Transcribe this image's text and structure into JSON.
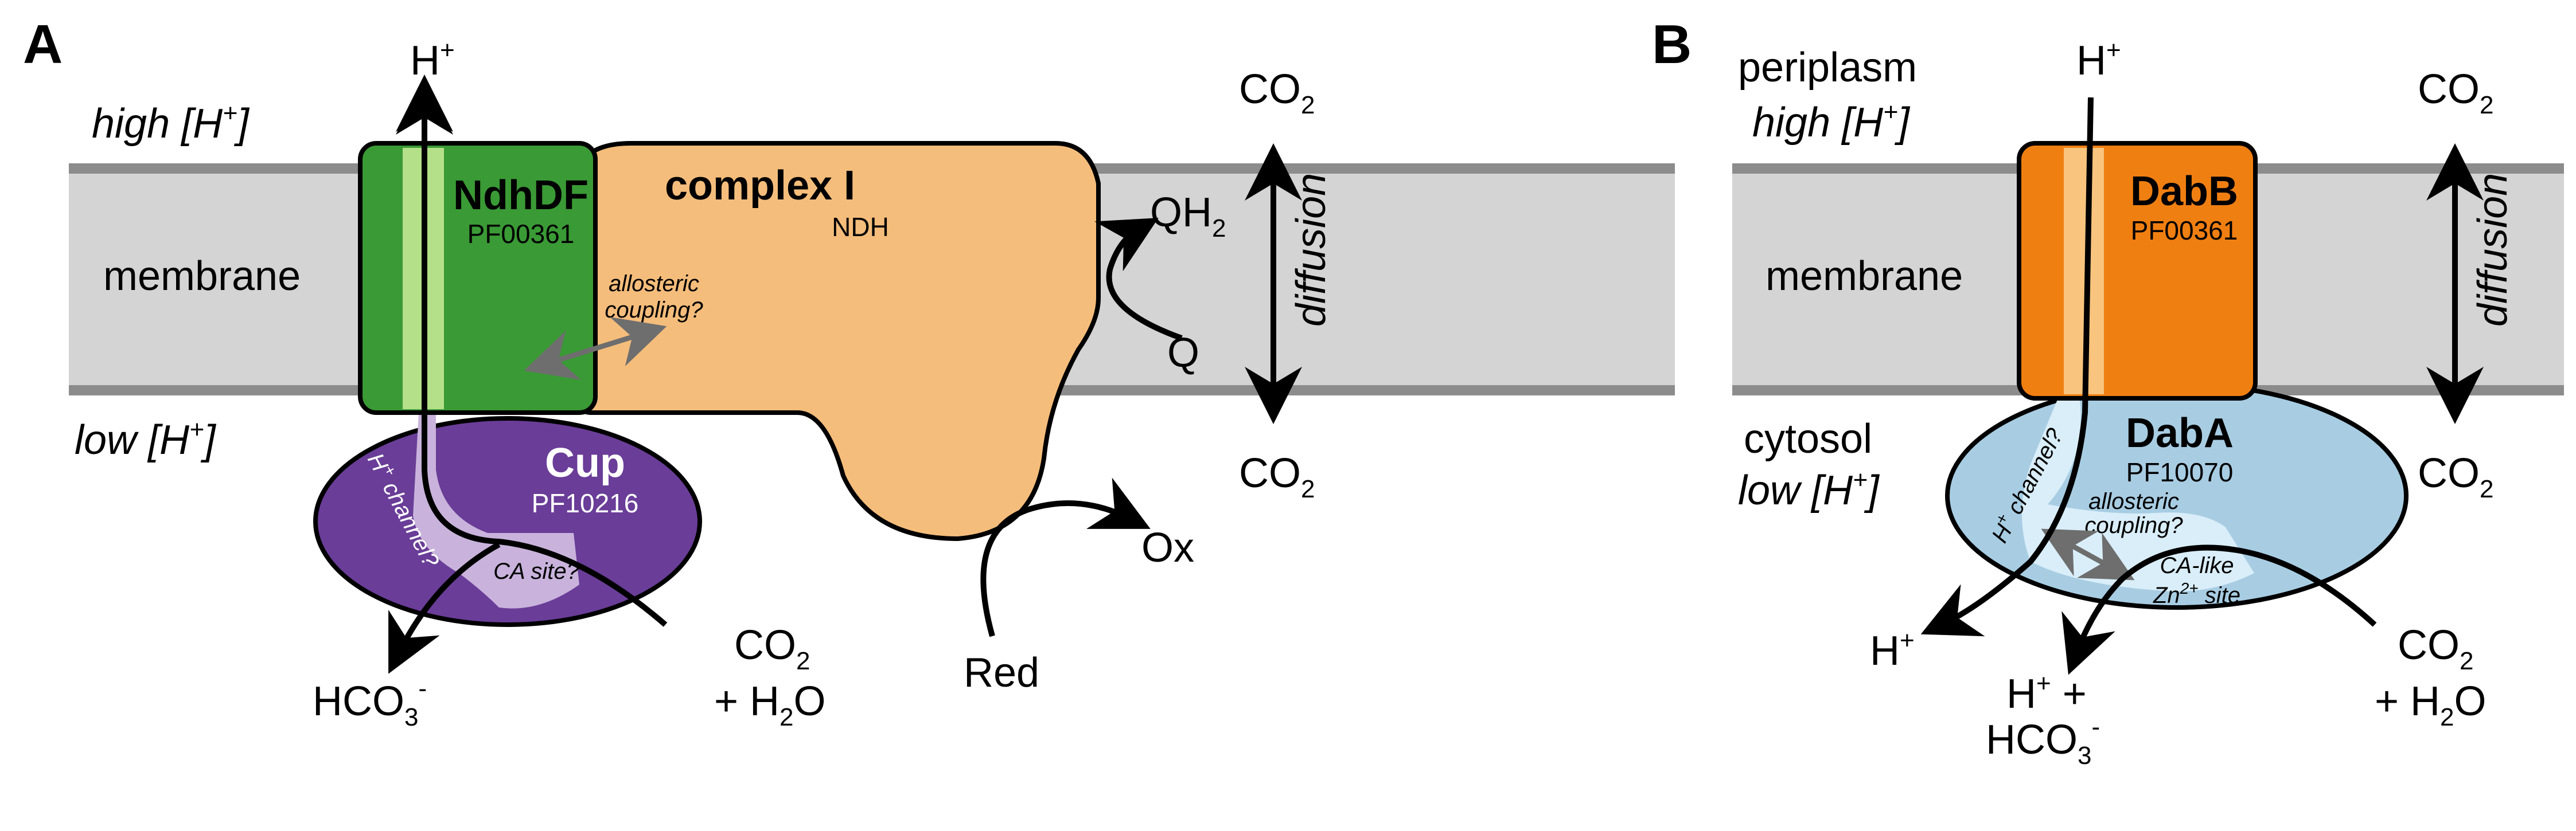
{
  "panel_a": {
    "letter": "A",
    "high_h": {
      "main": "high [H",
      "sup": "+",
      "end": "]"
    },
    "low_h": {
      "main": "low [H",
      "sup": "+",
      "end": "]"
    },
    "membrane": "membrane",
    "h_plus": {
      "main": "H",
      "sup": "+"
    },
    "ndhdf": {
      "name": "NdhDF",
      "pfam": "PF00361"
    },
    "complex_i": {
      "name": "complex I",
      "sub": "NDH"
    },
    "allosteric": {
      "line1": "allosteric",
      "line2": "coupling?"
    },
    "qh2": {
      "main": "QH",
      "sub": "2"
    },
    "q": "Q",
    "co2_top": {
      "main": "CO",
      "sub": "2"
    },
    "co2_bottom": {
      "main": "CO",
      "sub": "2"
    },
    "diffusion": "diffusion",
    "cup": {
      "name": "Cup",
      "pfam": "PF10216"
    },
    "h_channel": {
      "main": "H",
      "sup": "+",
      "rest": " channel?"
    },
    "ca_site": "CA site?",
    "hco3": {
      "main": "HCO",
      "sub": "3",
      "sup": "-"
    },
    "co2_h2o": {
      "line1_main": "CO",
      "line1_sub": "2",
      "line2_a": "+ H",
      "line2_sub": "2",
      "line2_b": "O"
    },
    "ox": "Ox",
    "red": "Red"
  },
  "panel_b": {
    "letter": "B",
    "periplasm": "periplasm",
    "high_h": {
      "main": "high [H",
      "sup": "+",
      "end": "]"
    },
    "membrane": "membrane",
    "cytosol": "cytosol",
    "low_h": {
      "main": "low [H",
      "sup": "+",
      "end": "]"
    },
    "h_plus_top": {
      "main": "H",
      "sup": "+"
    },
    "dabb": {
      "name": "DabB",
      "pfam": "PF00361"
    },
    "dabA": {
      "name": "DabA",
      "pfam": "PF10070"
    },
    "co2_top": {
      "main": "CO",
      "sub": "2"
    },
    "co2_bottom": {
      "main": "CO",
      "sub": "2"
    },
    "diffusion": "diffusion",
    "h_channel": {
      "main": "H",
      "sup": "+",
      "rest": " channel?"
    },
    "allosteric": {
      "line1": "allosteric",
      "line2": "coupling?"
    },
    "ca_like": {
      "line1": "CA-like",
      "line2_main": "Zn",
      "line2_sup": "2+",
      "line2_end": " site"
    },
    "h_plus_left": {
      "main": "H",
      "sup": "+"
    },
    "h_hco3": {
      "line1_main": "H",
      "line1_sup": "+",
      "line1_end": " +",
      "line2_main": "HCO",
      "line2_sub": "3",
      "line2_sup": "-"
    },
    "co2_h2o": {
      "line1_main": "CO",
      "line1_sub": "2",
      "line2_a": "+ H",
      "line2_sub": "2",
      "line2_b": "O"
    }
  },
  "colors": {
    "membrane_fill": "#d4d4d4",
    "membrane_line": "#8c8c8c",
    "ndhdf_green": "#3a9a35",
    "channel_green": "#b5e08a",
    "complex_i_orange": "#f5bd7b",
    "cup_purple": "#6a3d98",
    "cup_channel": "#c9b3dc",
    "dabb_orange": "#f07f12",
    "dabb_channel": "#f8c47e",
    "daba_blue": "#a8cde3",
    "daba_channel": "#d9eef9",
    "arrow_gray": "#6e6e6e"
  }
}
